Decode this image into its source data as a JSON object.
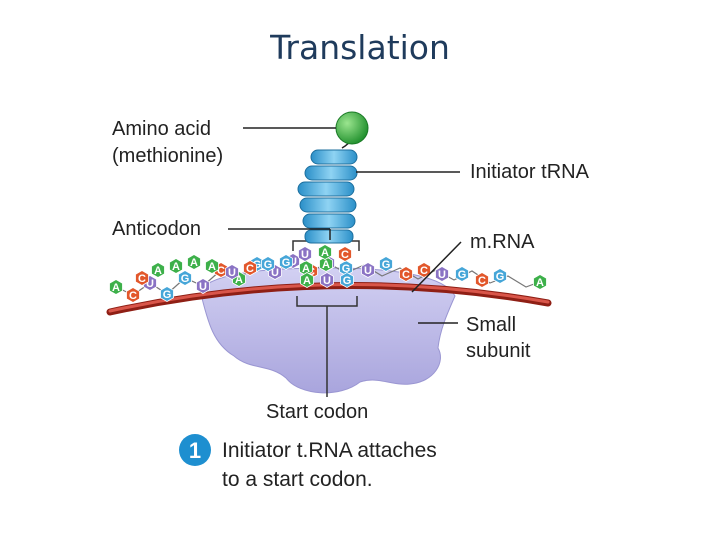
{
  "title": "Translation",
  "labels": {
    "amino_acid_line1": "Amino acid",
    "amino_acid_line2": "(methionine)",
    "initiator_trna": "Initiator tRNA",
    "anticodon": "Anticodon",
    "mrna": "m.RNA",
    "small_line1": "Small",
    "small_line2": "subunit",
    "start_codon": "Start codon"
  },
  "step": {
    "number": "1",
    "line1": "Initiator t.RNA attaches",
    "line2": "to a start codon."
  },
  "anticodon_bases": [
    "U",
    "A",
    "C"
  ],
  "codon_bases": [
    "A",
    "U",
    "G"
  ],
  "mrna_upper_bases": [
    "C",
    "A",
    "A",
    "A",
    "A",
    "U",
    "C",
    "G",
    "G",
    "A",
    "A",
    "G",
    "U",
    "G",
    "C",
    "C",
    "U",
    "G",
    "C",
    "G",
    "A"
  ],
  "mrna_lower_bases": [
    "A",
    "C",
    "U",
    "G",
    "G",
    "U",
    "C",
    "A",
    "G",
    "U",
    "U",
    "C",
    "U"
  ],
  "colors": {
    "title": "#1f3b5c",
    "A": "#3db04a",
    "U": "#8a73c4",
    "C": "#e2572b",
    "G": "#46a6d8",
    "ribosome": "#b8b5e6",
    "mrna_strand": "#c0392b",
    "trna": "#4db3e6",
    "amino_acid": "#2eaa3a",
    "step_badge": "#1e8fd0"
  }
}
